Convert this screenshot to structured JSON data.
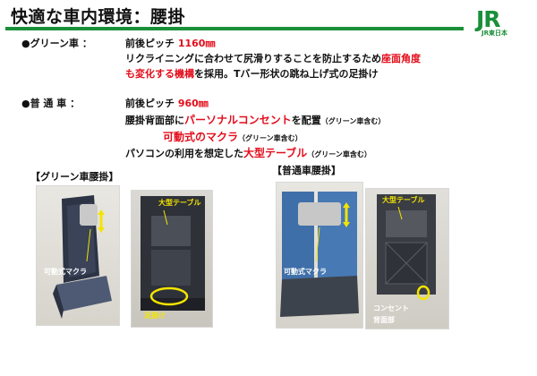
{
  "title": "快適な車内環境：腰掛",
  "logo": {
    "mark": "JR",
    "subtitle": "JR東日本"
  },
  "green": {
    "label": "●グリーン車 ：",
    "pitch_prefix": "前後ピッチ ",
    "pitch_value": "1160㎜",
    "line2_a": "リクライニングに合わせて尻滑りすることを防止するため",
    "line2_red": "座面角度",
    "line3_red": "も変化する機構",
    "line3_b": "を採用。Tバー形状の跳ね上げ式の足掛け"
  },
  "ordinary": {
    "label": "●普 通 車 ：",
    "pitch_prefix": "前後ピッチ ",
    "pitch_value": "960㎜",
    "line2_a": "腰掛背面部に",
    "line2_red": "パーソナルコンセント",
    "line2_b": "を配置",
    "note": "（グリーン車含む）",
    "line3_red": "可動式のマクラ",
    "line4_a": "パソコンの利用を想定した",
    "line4_red": "大型テーブル"
  },
  "section_green": "【グリーン車腰掛】",
  "section_ordinary": "【普通車腰掛】",
  "captions": {
    "movable_pillow": "可動式マクラ",
    "large_table": "大型テーブル",
    "footrest": "足掛け",
    "outlet": "コンセント",
    "backrest": "背面部"
  }
}
